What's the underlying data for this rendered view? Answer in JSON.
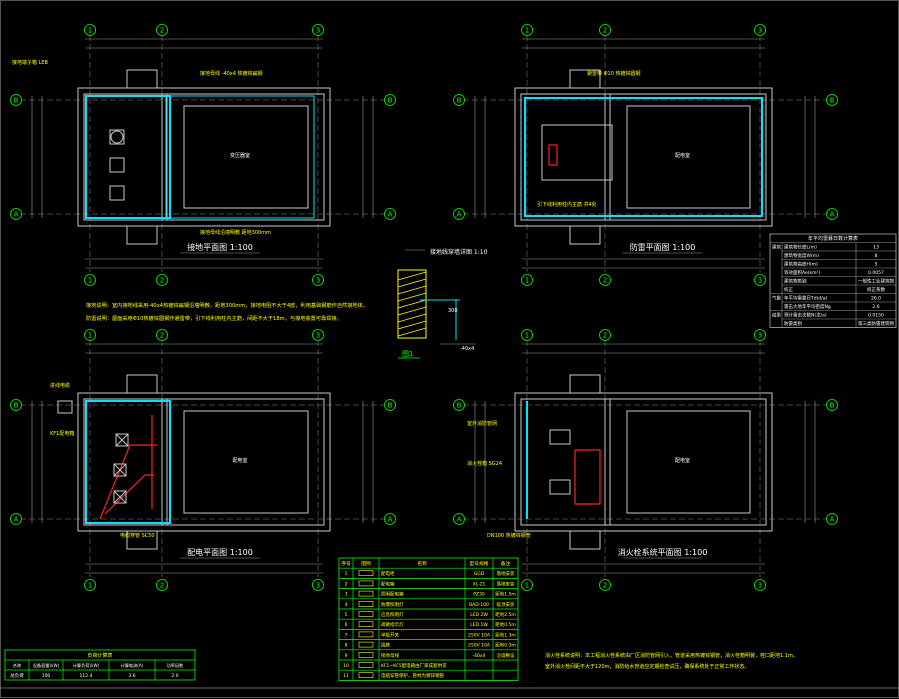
{
  "plans": [
    {
      "id": "p1",
      "title": "接地平面图 1:100",
      "room_label": "变压器室",
      "axes_x": [
        "1",
        "2",
        "3"
      ],
      "axes_y": [
        "A",
        "B"
      ]
    },
    {
      "id": "p2",
      "title": "防雷平面图 1:100",
      "room_label": "配电室",
      "axes_x": [
        "1",
        "2",
        "3"
      ],
      "axes_y": [
        "A",
        "B"
      ]
    },
    {
      "id": "p3",
      "title": "配电平面图 1:100",
      "room_label": "配电室",
      "axes_x": [
        "1",
        "2",
        "3"
      ],
      "axes_y": [
        "A",
        "B"
      ]
    },
    {
      "id": "p4",
      "title": "消火栓系统平面图 1:100",
      "room_label": "配电室",
      "axes_x": [
        "1",
        "2",
        "3"
      ],
      "axes_y": [
        "A",
        "B"
      ]
    }
  ],
  "notes": {
    "line1": "接地说明：室内接地线采用-40x4热镀锌扁钢沿墙明敷，距地300mm，接地电阻不大于4欧，利用基础钢筋作自然接地体。",
    "line2": "防雷说明：屋面采用Φ10热镀锌圆钢作避雷带，引下线利用柱内主筋，间距不大于18m，与接地装置可靠焊接。"
  },
  "detail": {
    "label": "接地线穿墙详图 1:10",
    "caption": "图1",
    "dim_a": "-40x4",
    "dim_b": "300"
  },
  "right_table": {
    "title": "年平均雷暴日数计算表",
    "rows": [
      {
        "group": "建筑",
        "key": "建筑物长度L(m)",
        "value": "13"
      },
      {
        "group": "",
        "key": "建筑物宽度W(m)",
        "value": "8"
      },
      {
        "group": "",
        "key": "建筑物高度H(m)",
        "value": "5"
      },
      {
        "group": "",
        "key": "等效面积Ae(km²)",
        "value": "0.0057"
      },
      {
        "group": "",
        "key": "建筑物类别",
        "value": "一般性工业建筑物"
      },
      {
        "group": "",
        "key": "校正",
        "value": "校正系数"
      },
      {
        "group": "气象",
        "key": "年平均雷暴日Td(d/a)",
        "value": "26.0"
      },
      {
        "group": "",
        "key": "雷击大地年平均密度Ng",
        "value": "2.6"
      },
      {
        "group": "结果",
        "key": "预计雷击次数N(次/a)",
        "value": "0.0150"
      },
      {
        "group": "",
        "key": "防雷类别",
        "value": "第三类防雷建筑物"
      }
    ]
  },
  "legend": {
    "headers": [
      "序号",
      "图例",
      "名称",
      "型号规格",
      "备注"
    ],
    "rows": [
      [
        "1",
        "",
        "配电柜",
        "GGD",
        "落地安装"
      ],
      [
        "2",
        "",
        "配电箱",
        "XL-21",
        "落地安装"
      ],
      [
        "3",
        "",
        "照明配电箱",
        "PZ30",
        "距地1.5m"
      ],
      [
        "4",
        "",
        "防爆照明灯",
        "BAD-100",
        "吸顶安装"
      ],
      [
        "5",
        "",
        "应急照明灯",
        "LED 2W",
        "距地2.5m"
      ],
      [
        "6",
        "",
        "疏散指示灯",
        "LED 1W",
        "距地0.5m"
      ],
      [
        "7",
        "",
        "单极开关",
        "250V 10A",
        "距地1.3m"
      ],
      [
        "8",
        "",
        "插座",
        "250V 10A",
        "距地0.3m"
      ],
      [
        "9",
        "",
        "接地母线",
        "-40x4",
        "沿墙敷设"
      ],
      [
        "10",
        "",
        "KF1~KF5配电箱由厂家成套供货",
        "",
        " "
      ],
      [
        "11",
        "",
        "电缆穿管保护，管材为镀锌钢管",
        "",
        " "
      ]
    ]
  },
  "bottom_table": {
    "title": "负荷计算表",
    "headers": [
      "名称",
      "设备容量(kW)",
      "计算负荷(kW)",
      "计算电流(A)",
      "功率因数"
    ],
    "row": [
      "总负荷",
      "100",
      "112.4",
      "3.6",
      "2.0"
    ]
  },
  "bottom_note": {
    "line1": "消火栓系统说明：本工程消火栓系统由厂区消防管网引入，管道采用热镀锌钢管，消火栓箱明装，栓口距地1.1m。",
    "line2": "室外消火栓间距不大于120m，消防给水管道应定期检查试压，确保系统处于正常工作状态。"
  },
  "colors": {
    "background": "#000000",
    "walls": "#c8c8c8",
    "ground": "#00e5ff",
    "power": "#ff2020",
    "annotation": "#00ff00",
    "text": "#ffff00"
  }
}
